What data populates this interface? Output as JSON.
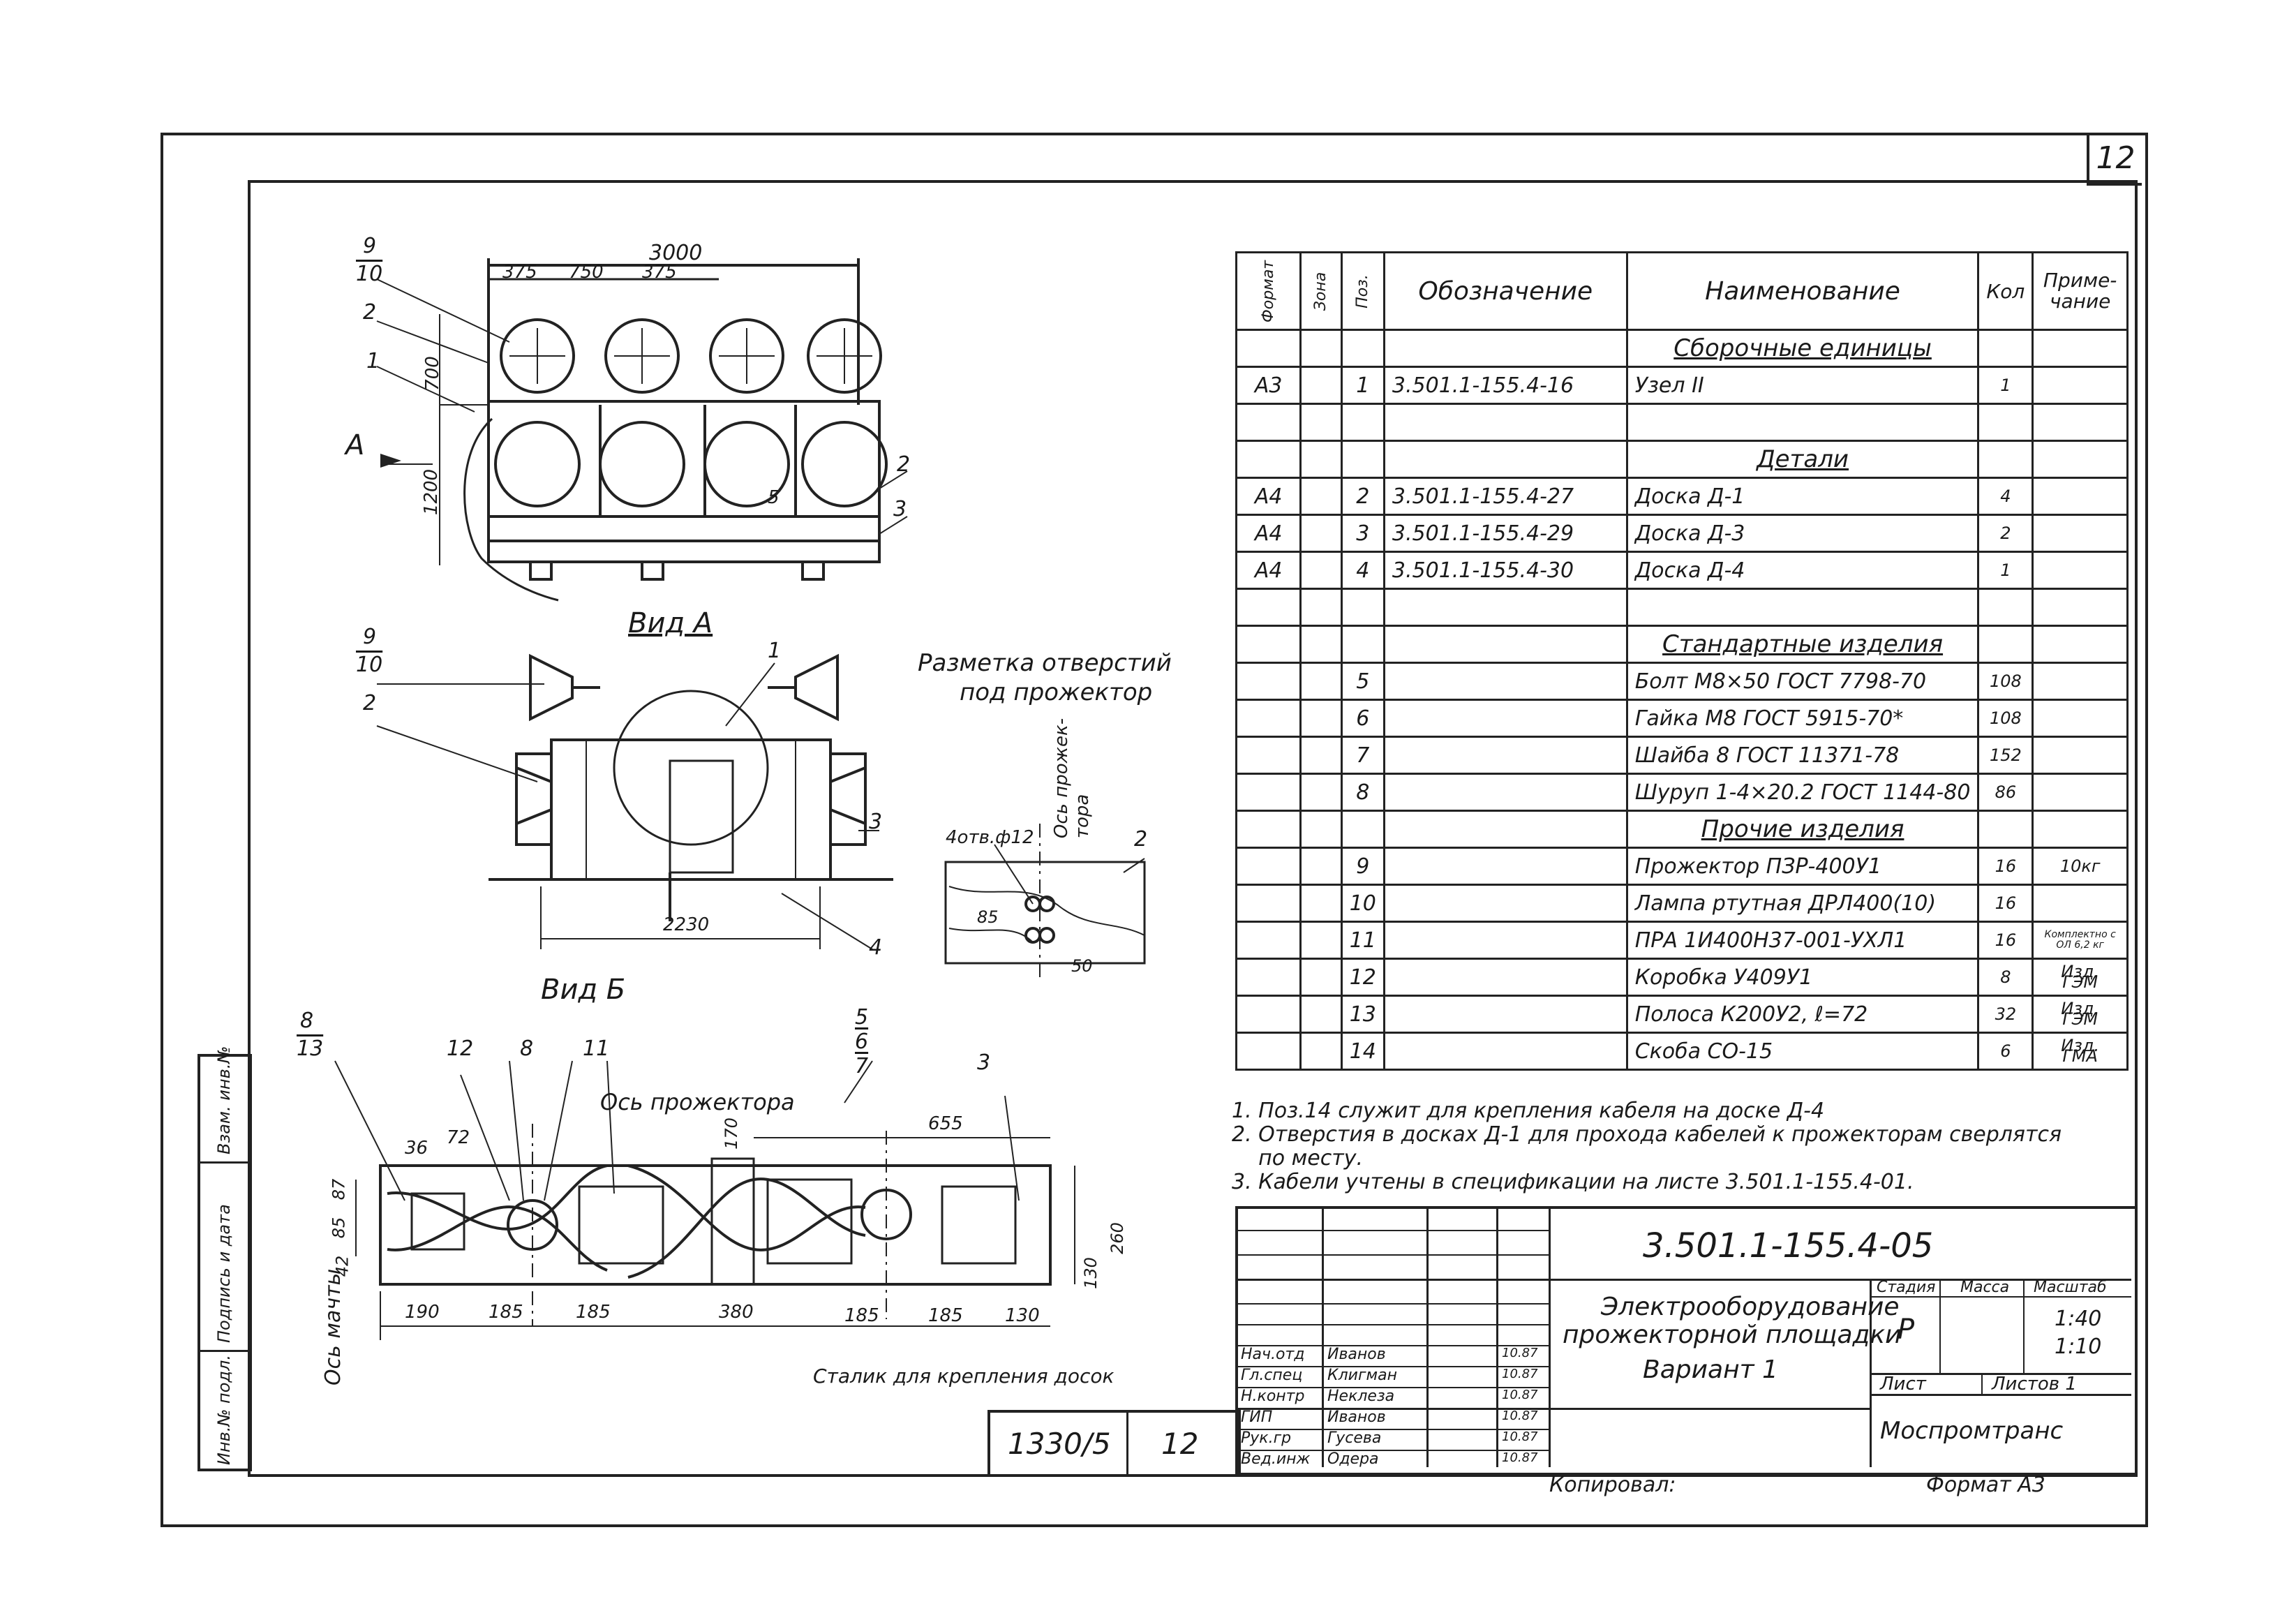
{
  "sheet_number": "12",
  "views": {
    "top": {
      "dims": [
        "3000",
        "375",
        "750",
        "375",
        "700",
        "1200"
      ],
      "callouts": [
        "9",
        "10",
        "2",
        "1",
        "2",
        "3",
        "5"
      ],
      "view_ref": "A",
      "caption": "Вид А"
    },
    "side": {
      "callouts": [
        "9",
        "10",
        "1",
        "2",
        "3",
        "4"
      ],
      "dims": [
        "2230"
      ],
      "caption": "Вид Б"
    },
    "holes": {
      "title_line1": "Разметка отверстий",
      "title_line2": "под прожектор",
      "axis_label": "Ось прожек-\nтора",
      "hole_label": "4отв.ф12",
      "dims": [
        "85",
        "50"
      ],
      "callout": "2"
    },
    "plan": {
      "callouts": [
        "8",
        "13",
        "12",
        "8",
        "11",
        "5",
        "6",
        "7",
        "3"
      ],
      "axis_label": "Ось прожектора",
      "mast_label": "Ось мачты",
      "caption": "Сталик для крепления досок",
      "dims_top": [
        "36",
        "72",
        "170",
        "655"
      ],
      "dims_left": [
        "87",
        "85",
        "42"
      ],
      "dims_right": [
        "130",
        "260"
      ],
      "dims_bottom": [
        "190",
        "185",
        "185",
        "380",
        "185",
        "185",
        "130"
      ]
    }
  },
  "spec": {
    "headers": {
      "format": "Формат",
      "zone": "Зона",
      "pos": "Поз.",
      "designation": "Обозначение",
      "name": "Наименование",
      "qty": "Кол",
      "note": "Приме-\nчание"
    },
    "rows": [
      {
        "type": "section",
        "name": "Сборочные единицы"
      },
      {
        "format": "А3",
        "pos": "1",
        "designation": "3.501.1-155.4-16",
        "name": "Узел II",
        "qty": "1",
        "note": ""
      },
      {
        "type": "empty"
      },
      {
        "type": "section",
        "name": "Детали"
      },
      {
        "format": "А4",
        "pos": "2",
        "designation": "3.501.1-155.4-27",
        "name": "Доска Д-1",
        "qty": "4",
        "note": ""
      },
      {
        "format": "А4",
        "pos": "3",
        "designation": "3.501.1-155.4-29",
        "name": "Доска Д-3",
        "qty": "2",
        "note": ""
      },
      {
        "format": "А4",
        "pos": "4",
        "designation": "3.501.1-155.4-30",
        "name": "Доска Д-4",
        "qty": "1",
        "note": ""
      },
      {
        "type": "empty"
      },
      {
        "type": "section",
        "name": "Стандартные изделия"
      },
      {
        "format": "",
        "pos": "5",
        "designation": "",
        "name": "Болт М8×50 ГОСТ 7798-70",
        "qty": "108",
        "note": ""
      },
      {
        "format": "",
        "pos": "6",
        "designation": "",
        "name": "Гайка М8 ГОСТ 5915-70*",
        "qty": "108",
        "note": ""
      },
      {
        "format": "",
        "pos": "7",
        "designation": "",
        "name": "Шайба 8 ГОСТ 11371-78",
        "qty": "152",
        "note": ""
      },
      {
        "format": "",
        "pos": "8",
        "designation": "",
        "name": "Шуруп 1-4×20.2 ГОСТ 1144-80",
        "qty": "86",
        "note": ""
      },
      {
        "type": "section",
        "name": "Прочие изделия"
      },
      {
        "format": "",
        "pos": "9",
        "designation": "",
        "name": "Прожектор ПЗР-400У1",
        "qty": "16",
        "note": "10кг"
      },
      {
        "format": "",
        "pos": "10",
        "designation": "",
        "name": "Лампа ртутная ДРЛ400(10)",
        "qty": "16",
        "note": ""
      },
      {
        "format": "",
        "pos": "11",
        "designation": "",
        "name": "ПРА 1И400Н37-001-УХЛ1",
        "qty": "16",
        "note": "Комплектно с ОЛ 6,2 кг"
      },
      {
        "format": "",
        "pos": "12",
        "designation": "",
        "name": "Коробка У409У1",
        "qty": "8",
        "note": "Изд. ГЭМ"
      },
      {
        "format": "",
        "pos": "13",
        "designation": "",
        "name": "Полоса К200У2, ℓ=72",
        "qty": "32",
        "note": "Изд. ГЭМ"
      },
      {
        "format": "",
        "pos": "14",
        "designation": "",
        "name": "Скоба СО-15",
        "qty": "6",
        "note": "Изд. ГМА"
      }
    ]
  },
  "notes": [
    "1. Поз.14 служит для крепления кабеля на доске Д-4",
    "2. Отверстия в досках Д-1 для прохода кабелей к прожекторам сверлятся",
    "    по месту.",
    "3. Кабели учтены в спецификации на листе 3.501.1-155.4-01."
  ],
  "title_block": {
    "code": "3.501.1-155.4-05",
    "title_line1": "Электрооборудование",
    "title_line2": "прожекторной площадки",
    "title_line3": "Вариант 1",
    "stage_label": "Стадия",
    "mass_label": "Масса",
    "scale_label": "Масштаб",
    "stage": "Р",
    "scale1": "1:40",
    "scale2": "1:10",
    "sheet_label": "Лист",
    "sheets_label": "Листов 1",
    "org": "Моспромтранс",
    "roles": [
      {
        "role": "Нач.отд",
        "name": "Иванов"
      },
      {
        "role": "Гл.спец",
        "name": "Клигман"
      },
      {
        "role": "Н.контр",
        "name": "Неклеза"
      },
      {
        "role": "ГИП",
        "name": "Иванов"
      },
      {
        "role": "Рук.гр",
        "name": "Гусева"
      },
      {
        "role": "Вед.инж",
        "name": "Одера"
      }
    ],
    "dates": [
      "10.87",
      "10.87",
      "10.87",
      "10.87",
      "10.87",
      "10.87"
    ]
  },
  "stamp": {
    "inv": "1330/5",
    "sheet": "12"
  },
  "side_stamp": [
    "Инв.№ подл.",
    "Подпись и дата",
    "Взам. инв.№"
  ],
  "footer": {
    "copied": "Копировал:",
    "format": "Формат А3"
  }
}
